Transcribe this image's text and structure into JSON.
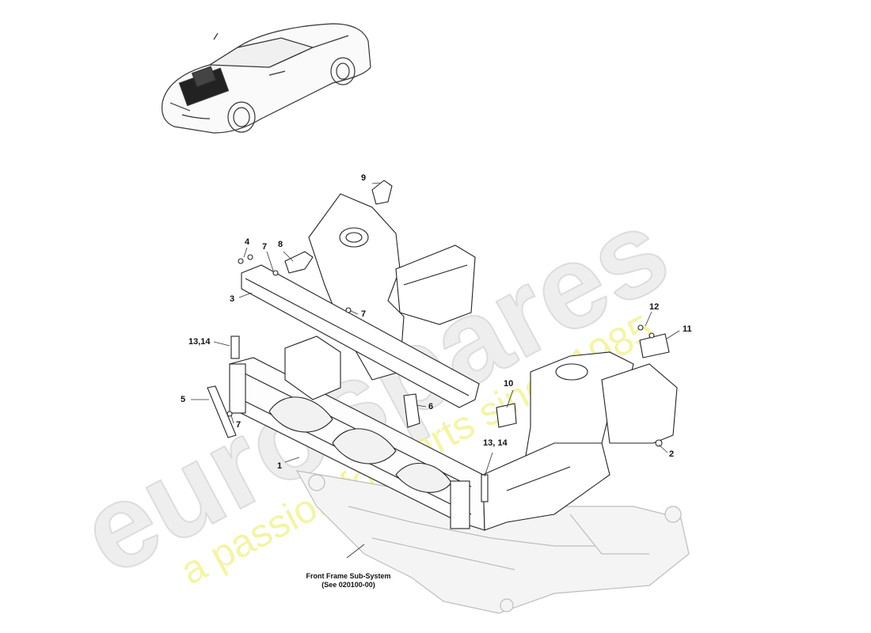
{
  "watermark": {
    "brand": "eurospares",
    "tagline": "a passion for parts since 1985",
    "brand_color": "#e6e6e6",
    "tagline_color": "#f0f06a"
  },
  "callouts": {
    "c1": "1",
    "c2": "2",
    "c3": "3",
    "c4": "4",
    "c5": "5",
    "c6": "6",
    "c7a": "7",
    "c7b": "7",
    "c7c": "7",
    "c8": "8",
    "c9": "9",
    "c10": "10",
    "c11": "11",
    "c12": "12",
    "c13a": "13,14",
    "c13b": "13, 14"
  },
  "subsystem_note": {
    "line1": "Front Frame Sub-System",
    "line2": "(See 020100-00)"
  },
  "icons": {
    "car": "car-overview-icon",
    "frame": "front-frame-assembly-drawing"
  }
}
